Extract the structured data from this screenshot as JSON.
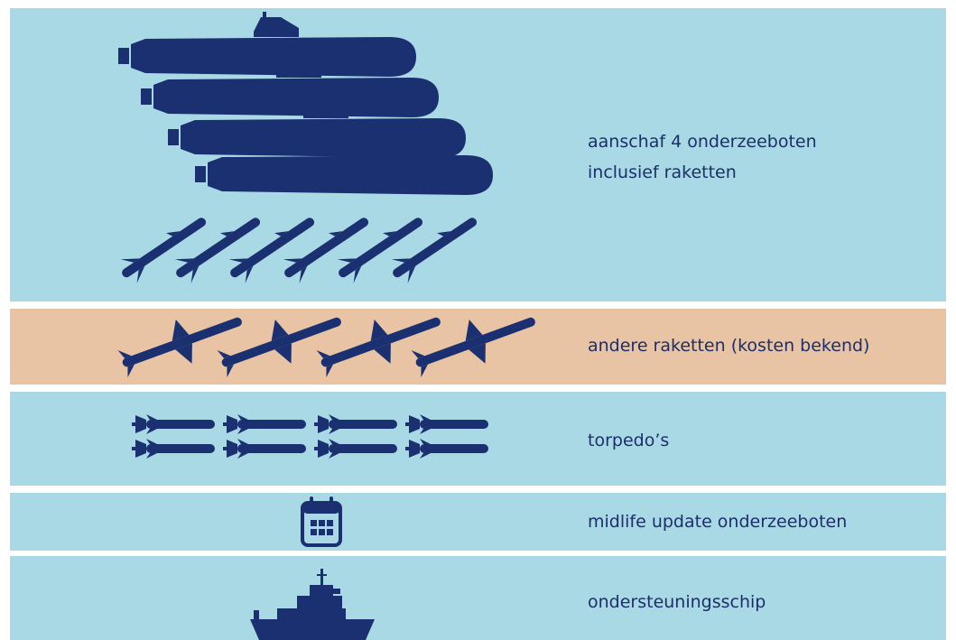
{
  "colors": {
    "background": "#ffffff",
    "panel_blue": "#a9d9e4",
    "panel_tan": "#e8c4a5",
    "icon_navy": "#1b3070",
    "text_navy": "#1c2f6a"
  },
  "rows": [
    {
      "label_lines": [
        "aanschaf 4 onderzeeboten",
        "inclusief raketten"
      ],
      "icons": [
        "submarine-icon",
        "missile-icon"
      ],
      "icon_counts": {
        "submarines": 4,
        "missiles": 6
      }
    },
    {
      "label_lines": [
        "andere raketten (kosten bekend)"
      ],
      "icons": [
        "cruise-missile-icon"
      ],
      "icon_counts": {
        "cruise_missiles": 4
      }
    },
    {
      "label_lines": [
        "torpedo’s"
      ],
      "icons": [
        "torpedo-icon"
      ],
      "icon_counts": {
        "torpedoes": 8
      }
    },
    {
      "label_lines": [
        "midlife update onderzeeboten"
      ],
      "icons": [
        "calendar-icon"
      ]
    },
    {
      "label_lines": [
        "ondersteuningsschip"
      ],
      "icons": [
        "support-ship-icon"
      ]
    }
  ]
}
